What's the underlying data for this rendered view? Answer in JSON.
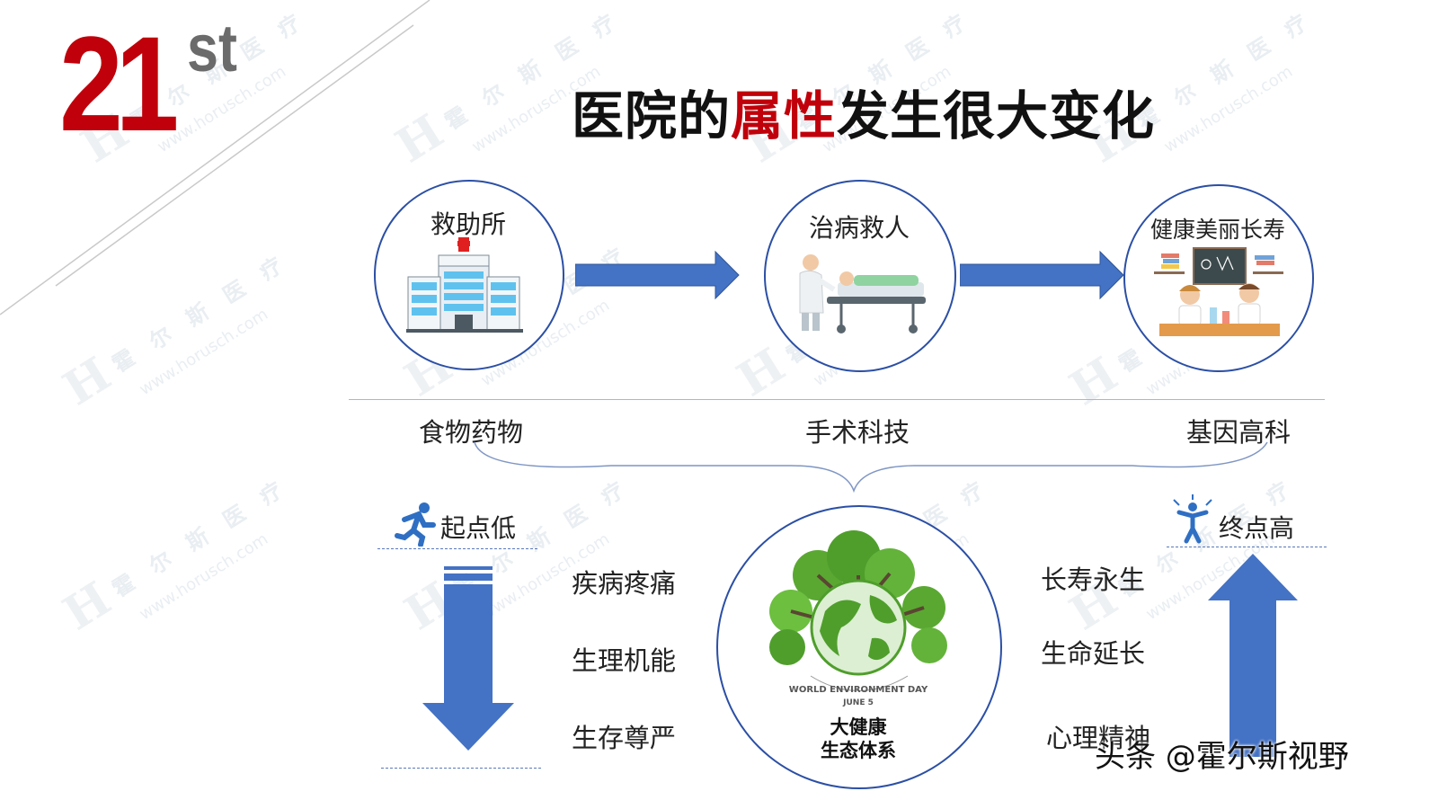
{
  "logo": {
    "number": "21",
    "suffix": "st"
  },
  "title": {
    "part1": "医院的",
    "highlight": "属性",
    "part2": "发生很大变化"
  },
  "stages": [
    {
      "label": "救助所",
      "icon": "hospital-icon"
    },
    {
      "label": "治病救人",
      "icon": "patient-stretcher-icon"
    },
    {
      "label": "健康美丽长寿",
      "icon": "scientists-lab-icon"
    }
  ],
  "drivers": [
    "食物药物",
    "手术科技",
    "基因高科"
  ],
  "start": {
    "label": "起点低",
    "icon": "running-person-icon"
  },
  "end": {
    "label": "终点高",
    "icon": "jumping-person-icon"
  },
  "left_items": [
    "疾病疼痛",
    "生理机能",
    "生存尊严"
  ],
  "right_items": [
    "长寿永生",
    "生命延长",
    "心理精神"
  ],
  "center": {
    "badge_line1": "WORLD ENVIRONMENT DAY",
    "badge_line2": "JUNE 5",
    "text_line1": "大健康",
    "text_line2": "生态体系"
  },
  "watermark": {
    "brand": "霍 尔 斯 医 疗",
    "url": "www.horusch.com"
  },
  "footer": {
    "text": "头条 @霍尔斯视野"
  },
  "colors": {
    "accent_red": "#c0000a",
    "arrow_blue": "#4472c4",
    "circle_border": "#2b4fa5"
  }
}
